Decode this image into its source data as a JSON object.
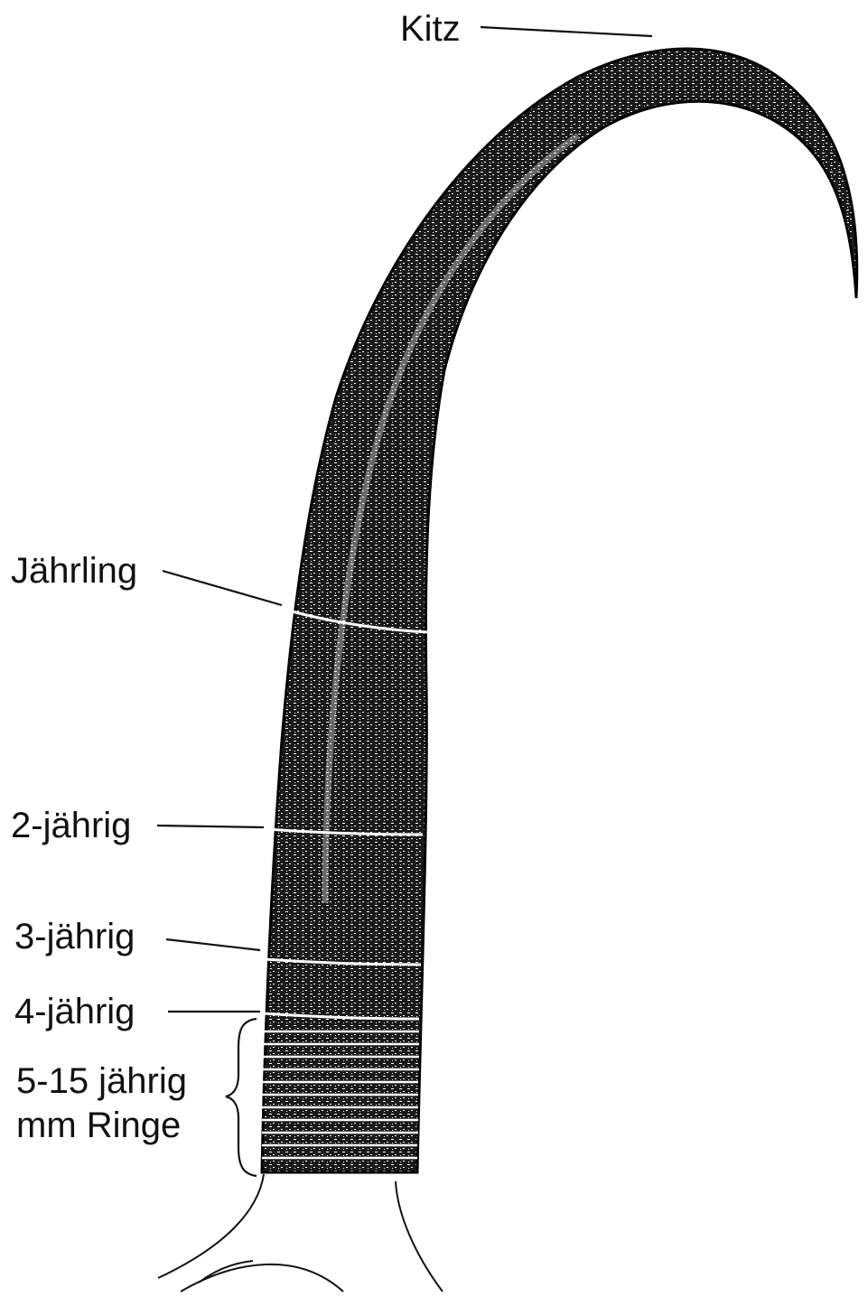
{
  "labels": {
    "kitz": "Kitz",
    "jaehrling": "Jährling",
    "two_year": "2-jährig",
    "three_year": "3-jährig",
    "four_year": "4-jährig",
    "older_line1": "5-15 jährig",
    "older_line2": "mm Ringe"
  },
  "colors": {
    "ink": "#111111",
    "background": "#ffffff"
  }
}
